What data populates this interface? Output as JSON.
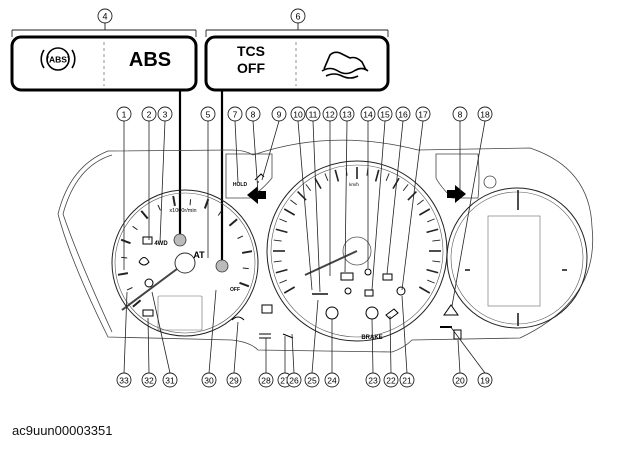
{
  "callouts": {
    "top": [
      "4",
      "6"
    ],
    "upper": [
      "1",
      "2",
      "3",
      "5",
      "7",
      "8",
      "9",
      "10",
      "11",
      "12",
      "13",
      "14",
      "15",
      "16",
      "17",
      "8",
      "18"
    ],
    "lower": [
      "33",
      "32",
      "31",
      "30",
      "29",
      "28",
      "27",
      "26",
      "25",
      "24",
      "23",
      "22",
      "21",
      "20",
      "19"
    ]
  },
  "boxes": {
    "abs_icon_text": "(ABS)",
    "abs_text": "ABS",
    "tcs_line1": "TCS",
    "tcs_line2": "OFF"
  },
  "gauges": {
    "tach_unit": "x1000r/min",
    "four_wd": "4WD",
    "at": "AT",
    "speed_unit": "km/h",
    "hold": "HOLD"
  },
  "indicators": {
    "brake": "BRAKE",
    "off": "OFF"
  },
  "caption": "ac9uun00003351"
}
